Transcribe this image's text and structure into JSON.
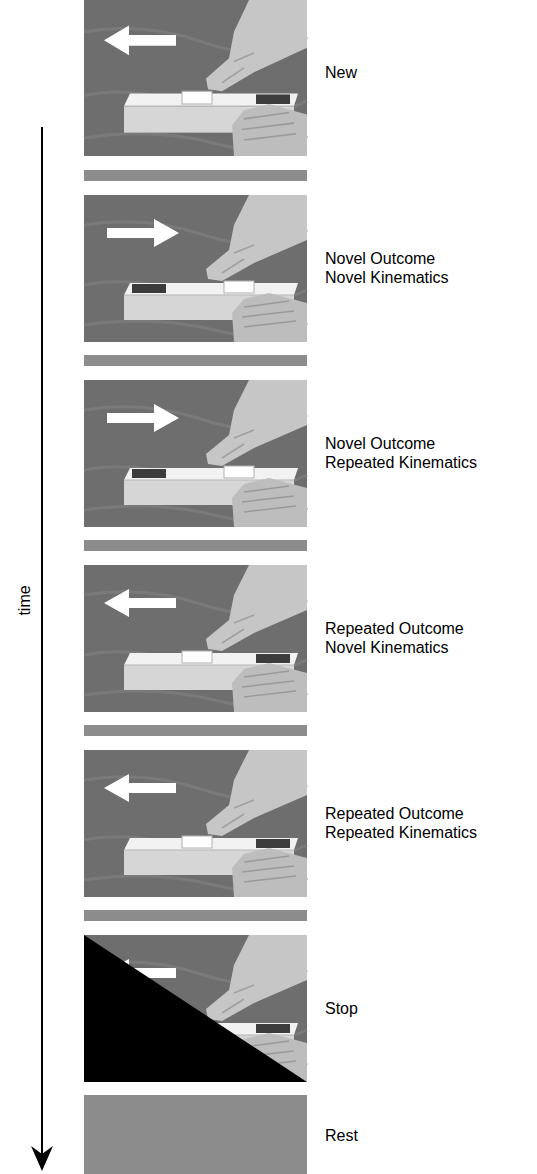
{
  "diagram": {
    "labels": [
      "New",
      "Novel Outcome Novel Kinematics",
      "Novel Outcome Repeated Kinematics",
      "Repeated Outcome Novel Kinematics",
      "Repeated Outcome Repeated Kinematics",
      "Stop",
      "Rest",
      "time"
    ]
  }
}
